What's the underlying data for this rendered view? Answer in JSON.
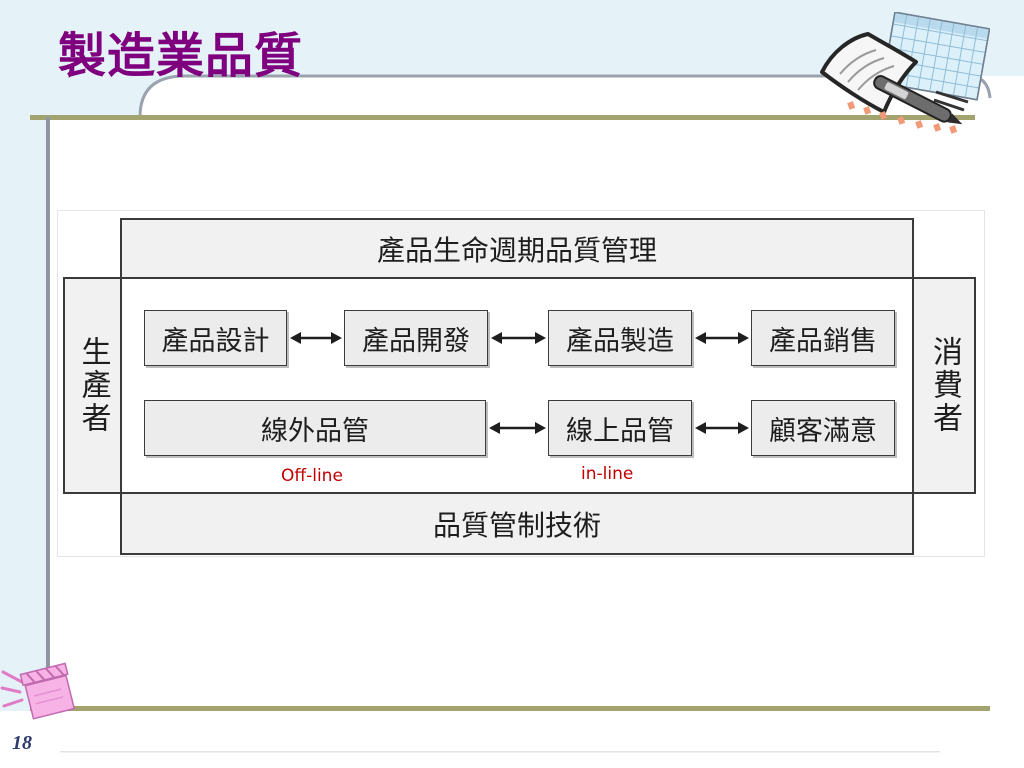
{
  "slide": {
    "title": "製造業品質",
    "page_number": "18"
  },
  "diagram": {
    "top_band": "產品生命週期品質管理",
    "bottom_band": "品質管制技術",
    "left_side": "生產者",
    "right_side": "消費者",
    "row1": [
      "產品設計",
      "產品開發",
      "產品製造",
      "產品銷售"
    ],
    "row2": [
      "線外品管",
      "線上品管",
      "顧客滿意"
    ],
    "labels": {
      "offline": "Off-line",
      "inline": "in-line"
    }
  },
  "colors": {
    "title": "#7f007f",
    "annotation": "#c00000",
    "background_tint": "#e5f3f9",
    "rule": "#a3a36f",
    "box_fill": "#ececec",
    "box_border": "#3a3a3a"
  },
  "icons": {
    "header_clipart": "notebook-pen-icon",
    "footer_clipart": "clapperboard-icon",
    "connector": "double-arrow-icon"
  }
}
